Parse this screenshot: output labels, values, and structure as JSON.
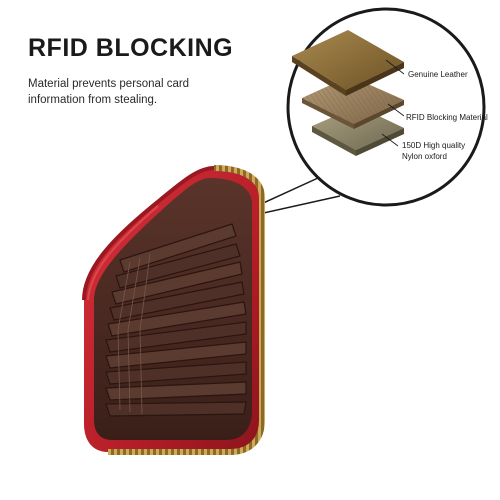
{
  "headline": "RFID BLOCKING",
  "subtext": "Material prevents personal card information from stealing.",
  "layers": [
    {
      "label": "Genuine Leather",
      "color": "#8a6a35"
    },
    {
      "label": "RFID Blocking Material",
      "color": "#9a7f5c"
    },
    {
      "label": "150D High quality Nylon oxford",
      "color": "#9a9070"
    }
  ],
  "product": {
    "icon": "card-wallet-icon",
    "body_color": "#c4232e",
    "lining_color": "#4a2a22",
    "zipper_color": "#b08a3a"
  },
  "magnifier": {
    "icon": "magnifier-circle-icon"
  }
}
